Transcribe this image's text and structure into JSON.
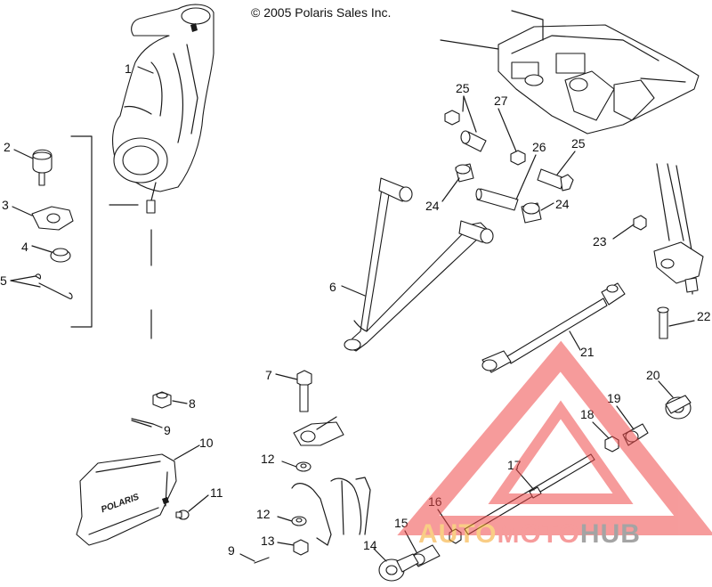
{
  "copyright": "© 2005 Polaris Sales Inc.",
  "callouts": [
    "1",
    "2",
    "3",
    "4",
    "5",
    "6",
    "7",
    "8",
    "9",
    "10",
    "11",
    "12",
    "12",
    "13",
    "9",
    "14",
    "15",
    "16",
    "17",
    "18",
    "19",
    "20",
    "21",
    "22",
    "23",
    "24",
    "24",
    "25",
    "25",
    "26",
    "27"
  ],
  "brand_label": "POLARIS",
  "watermark": {
    "part_a": "AUTO",
    "part_b": "MOTO",
    "part_c": "HUB",
    "colors": {
      "auto": "#f5a623",
      "moto": "#ef4a4a",
      "hub": "#5a5a5a",
      "triangle": "#ef4a4a"
    }
  }
}
